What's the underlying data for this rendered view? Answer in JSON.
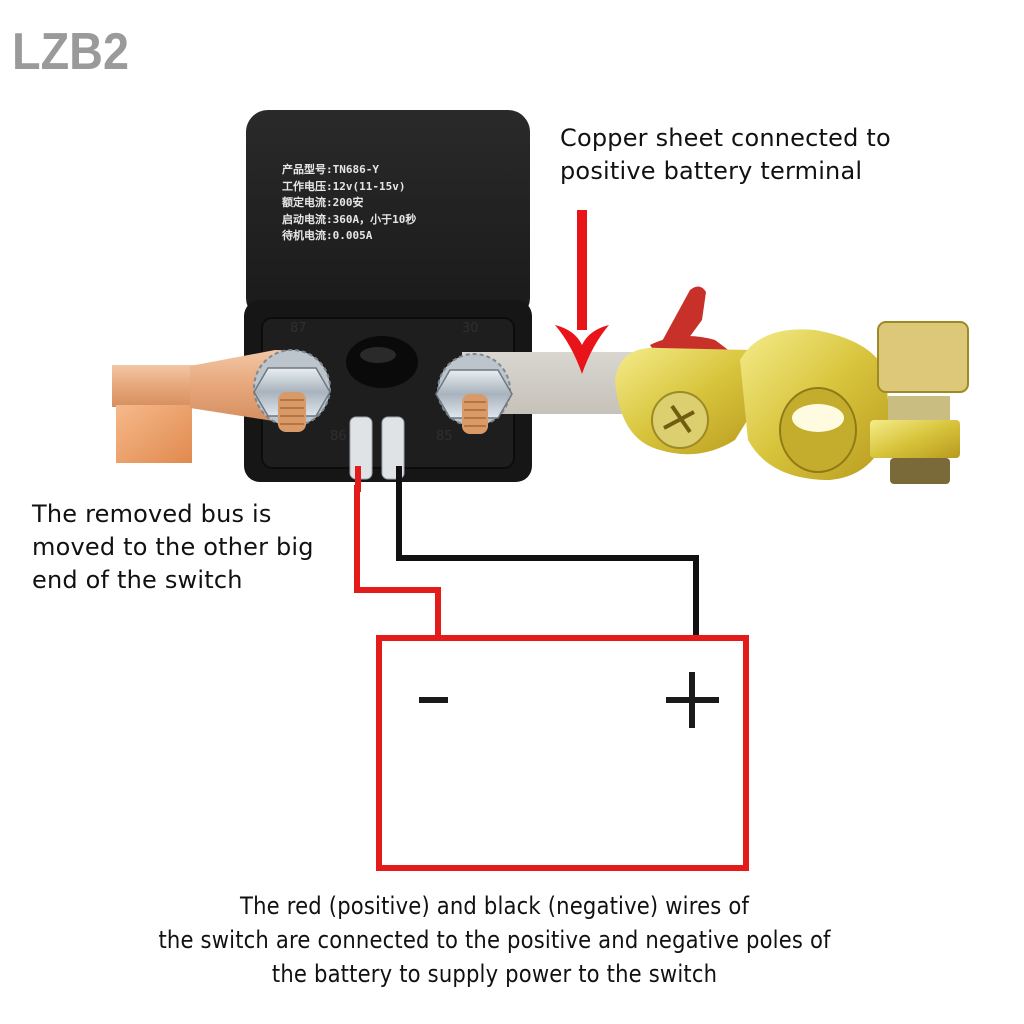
{
  "watermark": "LZB2",
  "relay": {
    "spec_lines": [
      "产品型号:TN686-Y",
      "工作电压:12v(11-15v)",
      "额定电流:200安",
      "启动电流:360A，小于10秒",
      "待机电流:0.005A"
    ],
    "terminal_labels": [
      "87",
      "30",
      "86",
      "85"
    ],
    "body_color": "#1c1c1c"
  },
  "callouts": {
    "copper_sheet": [
      "Copper sheet connected to",
      "positive battery terminal"
    ],
    "removed_bus": [
      "The removed bus is",
      "moved to the other big",
      "end of the switch"
    ],
    "wires_note": [
      "The red (positive) and black (negative) wires of",
      "the switch are connected to the positive and negative poles of",
      "the battery to supply power to the switch"
    ]
  },
  "battery": {
    "negative_symbol": "-",
    "positive_symbol": "+",
    "outline_color": "#e41b1b"
  },
  "wires": {
    "red_color": "#e41b1b",
    "black_color": "#111111"
  },
  "arrow_color": "#e8141a"
}
